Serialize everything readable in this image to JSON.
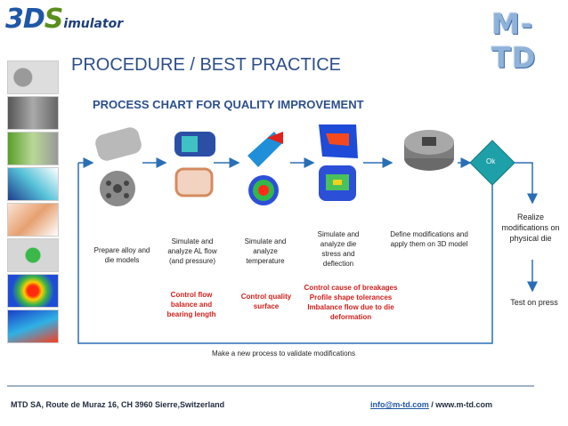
{
  "logo_3ds": {
    "part1": "3D",
    "part2": "S",
    "part3": "imulator"
  },
  "logo_mtd": "M-TD",
  "title": "PROCEDURE / BEST PRACTICE",
  "subtitle": "PROCESS CHART FOR QUALITY IMPROVEMENT",
  "steps": [
    {
      "label": "Prepare alloy and die models"
    },
    {
      "label": "Simulate and analyze AL flow (and pressure)",
      "control": "Control flow balance and bearing length"
    },
    {
      "label": "Simulate and analyze temperature",
      "control": "Control quality surface"
    },
    {
      "label": "Simulate and analyze die stress and deflection",
      "control": "Control cause of breakages Profile shape tolerances Imbalance flow due to die deformation"
    },
    {
      "label": "Define modifications and apply them on 3D model"
    }
  ],
  "decision": "Ok",
  "realize": "Realize modifications on physical die",
  "test": "Test on press",
  "loop_note": "Make a new process to validate modifications",
  "footer": {
    "address": "MTD SA, Route de Muraz 16, CH 3960 Sierre,Switzerland",
    "email": "info@m-td.com",
    "web": " / www.m-td.com"
  },
  "colors": {
    "accent": "#2c4f8a",
    "decision": "#1ea0a8",
    "control": "#d0201c",
    "arrow": "#2a6fb5"
  }
}
